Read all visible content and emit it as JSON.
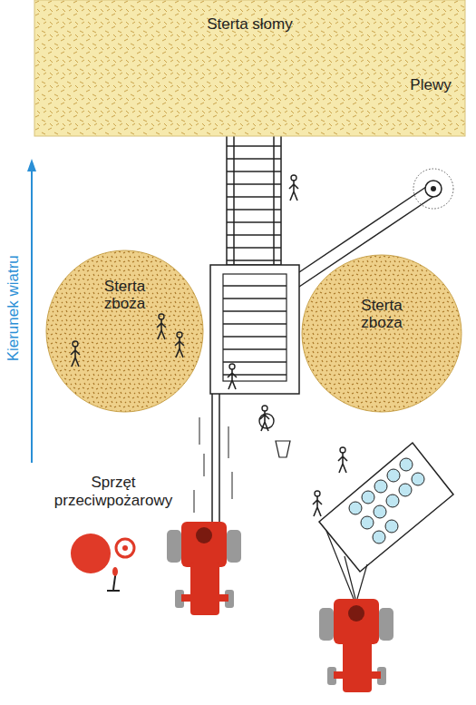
{
  "diagram": {
    "nodes": [
      {
        "text": [
          "Sterta słomy"
        ]
      },
      {
        "text": [
          "Sterta zboża"
        ]
      },
      {
        "text": [
          "Sterta zboża"
        ]
      }
    ],
    "labels": [
      "Plewy",
      "Kierunek wiatru",
      "Sprzęt przeciwpożarowy"
    ]
  }
}
